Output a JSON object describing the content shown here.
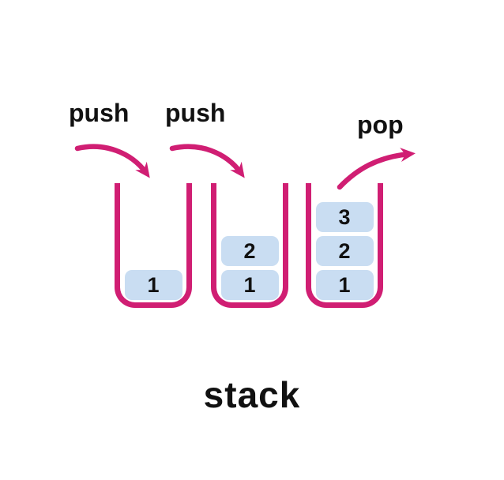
{
  "labels": {
    "push_first": "push",
    "push_second": "push",
    "pop": "pop",
    "caption": "stack"
  },
  "stacks": [
    [
      "1"
    ],
    [
      "2",
      "1"
    ],
    [
      "3",
      "2",
      "1"
    ]
  ],
  "icons": {
    "push_arrow": "curved-arrow-down-right",
    "pop_arrow": "curved-arrow-up-right"
  },
  "colors": {
    "accent": "#D01E73",
    "item_fill": "#C9DDF2",
    "text": "#111111",
    "background": "#FFFFFF"
  }
}
